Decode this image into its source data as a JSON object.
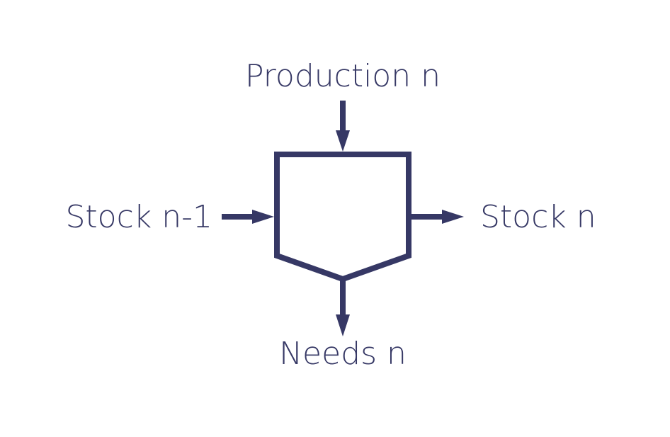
{
  "colors": {
    "stroke": "#363865",
    "background": "#ffffff"
  },
  "labels": {
    "top": "Production n",
    "left": "Stock n-1",
    "right": "Stock n",
    "bottom": "Needs n"
  }
}
